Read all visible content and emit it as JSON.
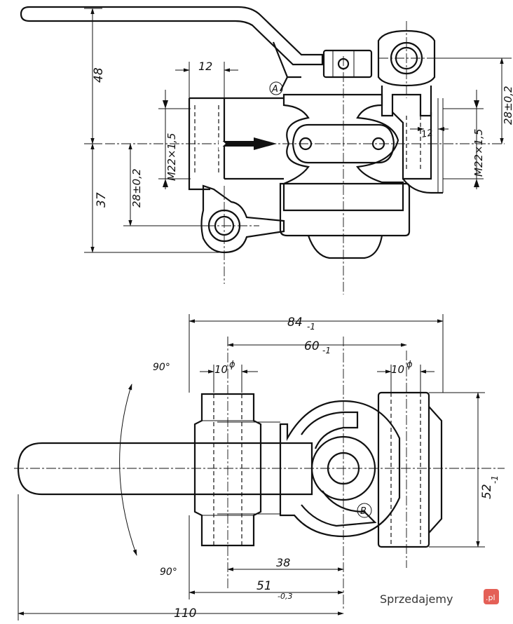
{
  "top_view": {
    "dim_48": "48",
    "dim_37": "37",
    "dim_12": "12",
    "dim_12_right": "12",
    "thread_left": "M22×1,5",
    "thread_right": "M22×1,5",
    "tol_left": "28±0,2",
    "tol_right": "28±0,2",
    "label_a": "A"
  },
  "bottom_view": {
    "dim_84": "84",
    "dim_84_tol": "-1",
    "dim_60": "60",
    "dim_60_tol": "-1",
    "dim_10_left": "10",
    "dim_10_right": "10",
    "phi": "ϕ",
    "dim_52": "52",
    "dim_52_tol": "-1",
    "dim_38": "38",
    "dim_51": "51",
    "dim_51_tol": "-0,3",
    "dim_110": "110",
    "angle_top": "90°",
    "angle_bottom": "90°",
    "label_b": "B"
  },
  "watermark": {
    "text": "Sprzedajemy",
    "suffix": ".pl",
    "color": "#e0453a"
  }
}
